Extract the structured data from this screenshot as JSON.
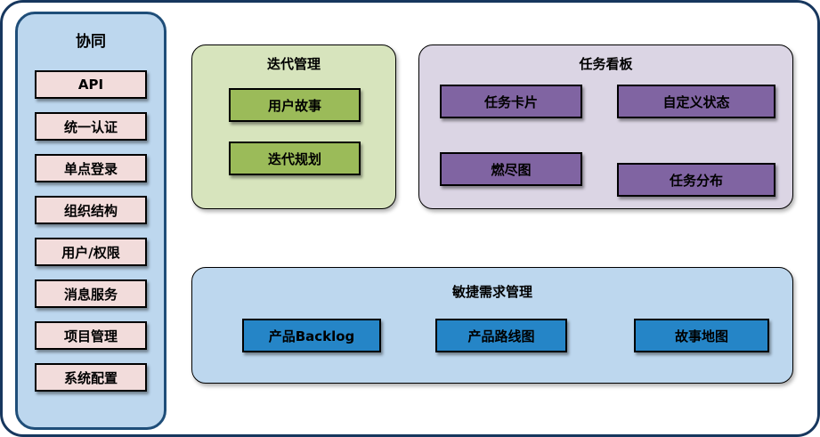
{
  "sidebar": {
    "title": "协同",
    "items": [
      "API",
      "统一认证",
      "单点登录",
      "组织结构",
      "用户/权限",
      "消息服务",
      "项目管理",
      "系统配置"
    ]
  },
  "panels": {
    "iteration": {
      "title": "迭代管理",
      "items": [
        "用户故事",
        "迭代规划"
      ]
    },
    "taskboard": {
      "title": "任务看板",
      "items": [
        "任务卡片",
        "自定义状态",
        "燃尽图",
        "任务分布"
      ]
    },
    "requirements": {
      "title": "敏捷需求管理",
      "items": [
        "产品Backlog",
        "产品路线图",
        "故事地图"
      ]
    }
  },
  "colors": {
    "outer_border": "#17375E",
    "sidebar_fill": "#BDD7EE",
    "sidebar_border": "#1F4E79",
    "sidebar_item_fill": "#F2DCDB",
    "iteration_panel_fill": "#D7E4BD",
    "iteration_item_fill": "#9BBB59",
    "taskboard_panel_fill": "#DBD5E4",
    "taskboard_item_fill": "#8064A2",
    "requirements_panel_fill": "#BDD7EE",
    "requirements_item_fill": "#2585C7"
  }
}
